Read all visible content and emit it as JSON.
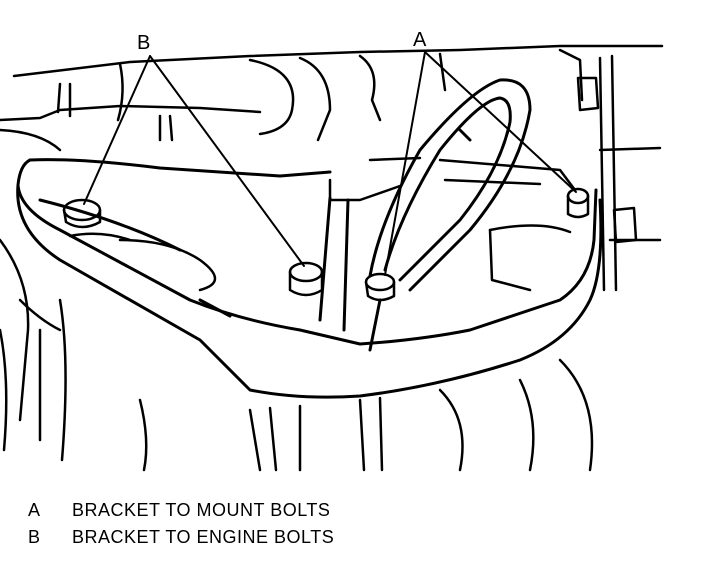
{
  "callouts": {
    "a": "A",
    "b": "B"
  },
  "legend": {
    "items": [
      {
        "key": "A",
        "text": "BRACKET TO MOUNT BOLTS"
      },
      {
        "key": "B",
        "text": "BRACKET TO ENGINE BOLTS"
      }
    ]
  },
  "colors": {
    "ink": "#000000",
    "paper": "#ffffff"
  }
}
